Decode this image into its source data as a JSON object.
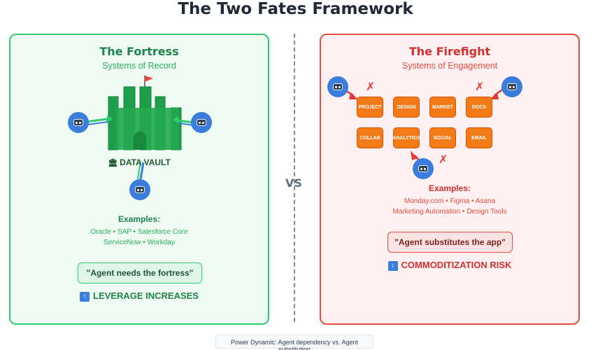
{
  "title": "The Two Fates Framework",
  "vs": "VS",
  "left": {
    "title": "The Fortress",
    "subtitle": "Systems of Record",
    "vault_label": "DATA VAULT",
    "examples_heading": "Examples:",
    "examples_line1": "Oracle • SAP • Salesforce Core",
    "examples_line2": "ServiceNow • Workday",
    "quote": "\"Agent needs the fortress\"",
    "outcome": "LEVERAGE INCREASES",
    "outcome_icon": "arrow-up-icon",
    "accent": "#2ecc71"
  },
  "right": {
    "title": "The Firefight",
    "subtitle": "Systems of Engagement",
    "apps": [
      "PROJECT",
      "DESIGN",
      "MARKET",
      "DOCS",
      "COLLAB",
      "ANALYTICS",
      "SOCIAL",
      "EMAIL"
    ],
    "x_mark": "✗",
    "examples_heading": "Examples:",
    "examples_line1": "Monday.com • Figma • Asana",
    "examples_line2": "Marketing Automation • Design Tools",
    "quote": "\"Agent substitutes the app\"",
    "outcome": "COMMODITIZATION RISK",
    "outcome_icon": "arrow-down-icon",
    "accent": "#e74c3c"
  },
  "caption": "Power Dynamic: Agent dependency vs. Agent substitution"
}
